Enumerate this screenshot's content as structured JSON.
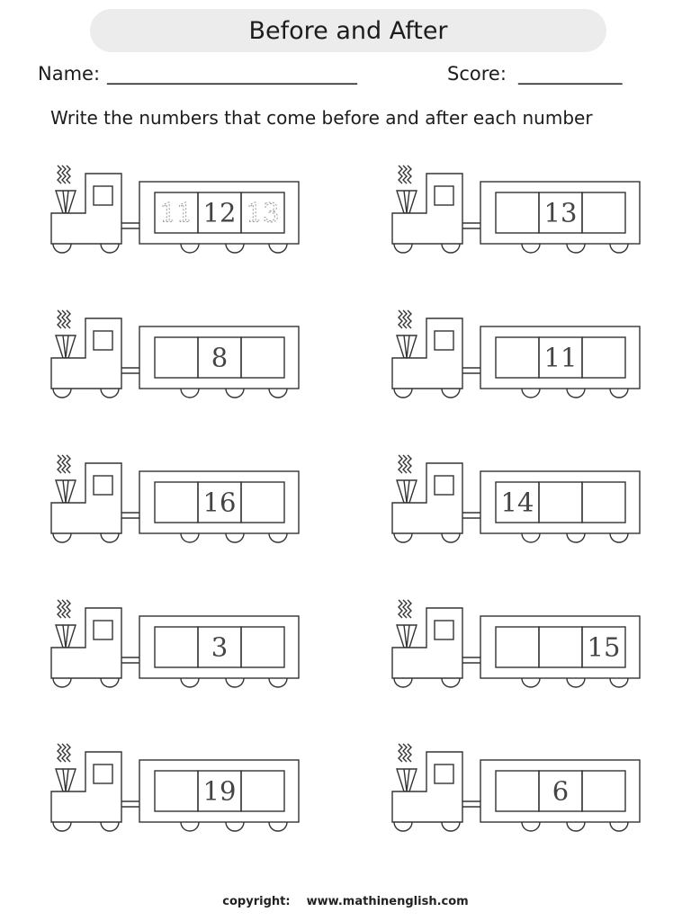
{
  "worksheet": {
    "title": "Before and After",
    "name_label": "Name:",
    "name_blank": "__________________________",
    "score_label": "Score:",
    "score_blank": "___________",
    "instruction": "Write the numbers that come before and after each number",
    "footer_label": "copyright:",
    "footer_url": "www.mathinenglish.com"
  },
  "style": {
    "line_color": "#333333",
    "number_color": "#444444",
    "trace_color": "#9a9a9a",
    "title_background": "#ececec"
  },
  "trains": [
    {
      "cells": [
        "11",
        "12",
        "13"
      ],
      "traced": [
        true,
        false,
        true
      ]
    },
    {
      "cells": [
        "",
        "13",
        ""
      ],
      "traced": [
        false,
        false,
        false
      ]
    },
    {
      "cells": [
        "",
        "8",
        ""
      ],
      "traced": [
        false,
        false,
        false
      ]
    },
    {
      "cells": [
        "",
        "11",
        ""
      ],
      "traced": [
        false,
        false,
        false
      ]
    },
    {
      "cells": [
        "",
        "16",
        ""
      ],
      "traced": [
        false,
        false,
        false
      ]
    },
    {
      "cells": [
        "14",
        "",
        ""
      ],
      "traced": [
        false,
        false,
        false
      ]
    },
    {
      "cells": [
        "",
        "3",
        ""
      ],
      "traced": [
        false,
        false,
        false
      ]
    },
    {
      "cells": [
        "",
        "",
        "15"
      ],
      "traced": [
        false,
        false,
        false
      ]
    },
    {
      "cells": [
        "",
        "19",
        ""
      ],
      "traced": [
        false,
        false,
        false
      ]
    },
    {
      "cells": [
        "",
        "6",
        ""
      ],
      "traced": [
        false,
        false,
        false
      ]
    }
  ]
}
